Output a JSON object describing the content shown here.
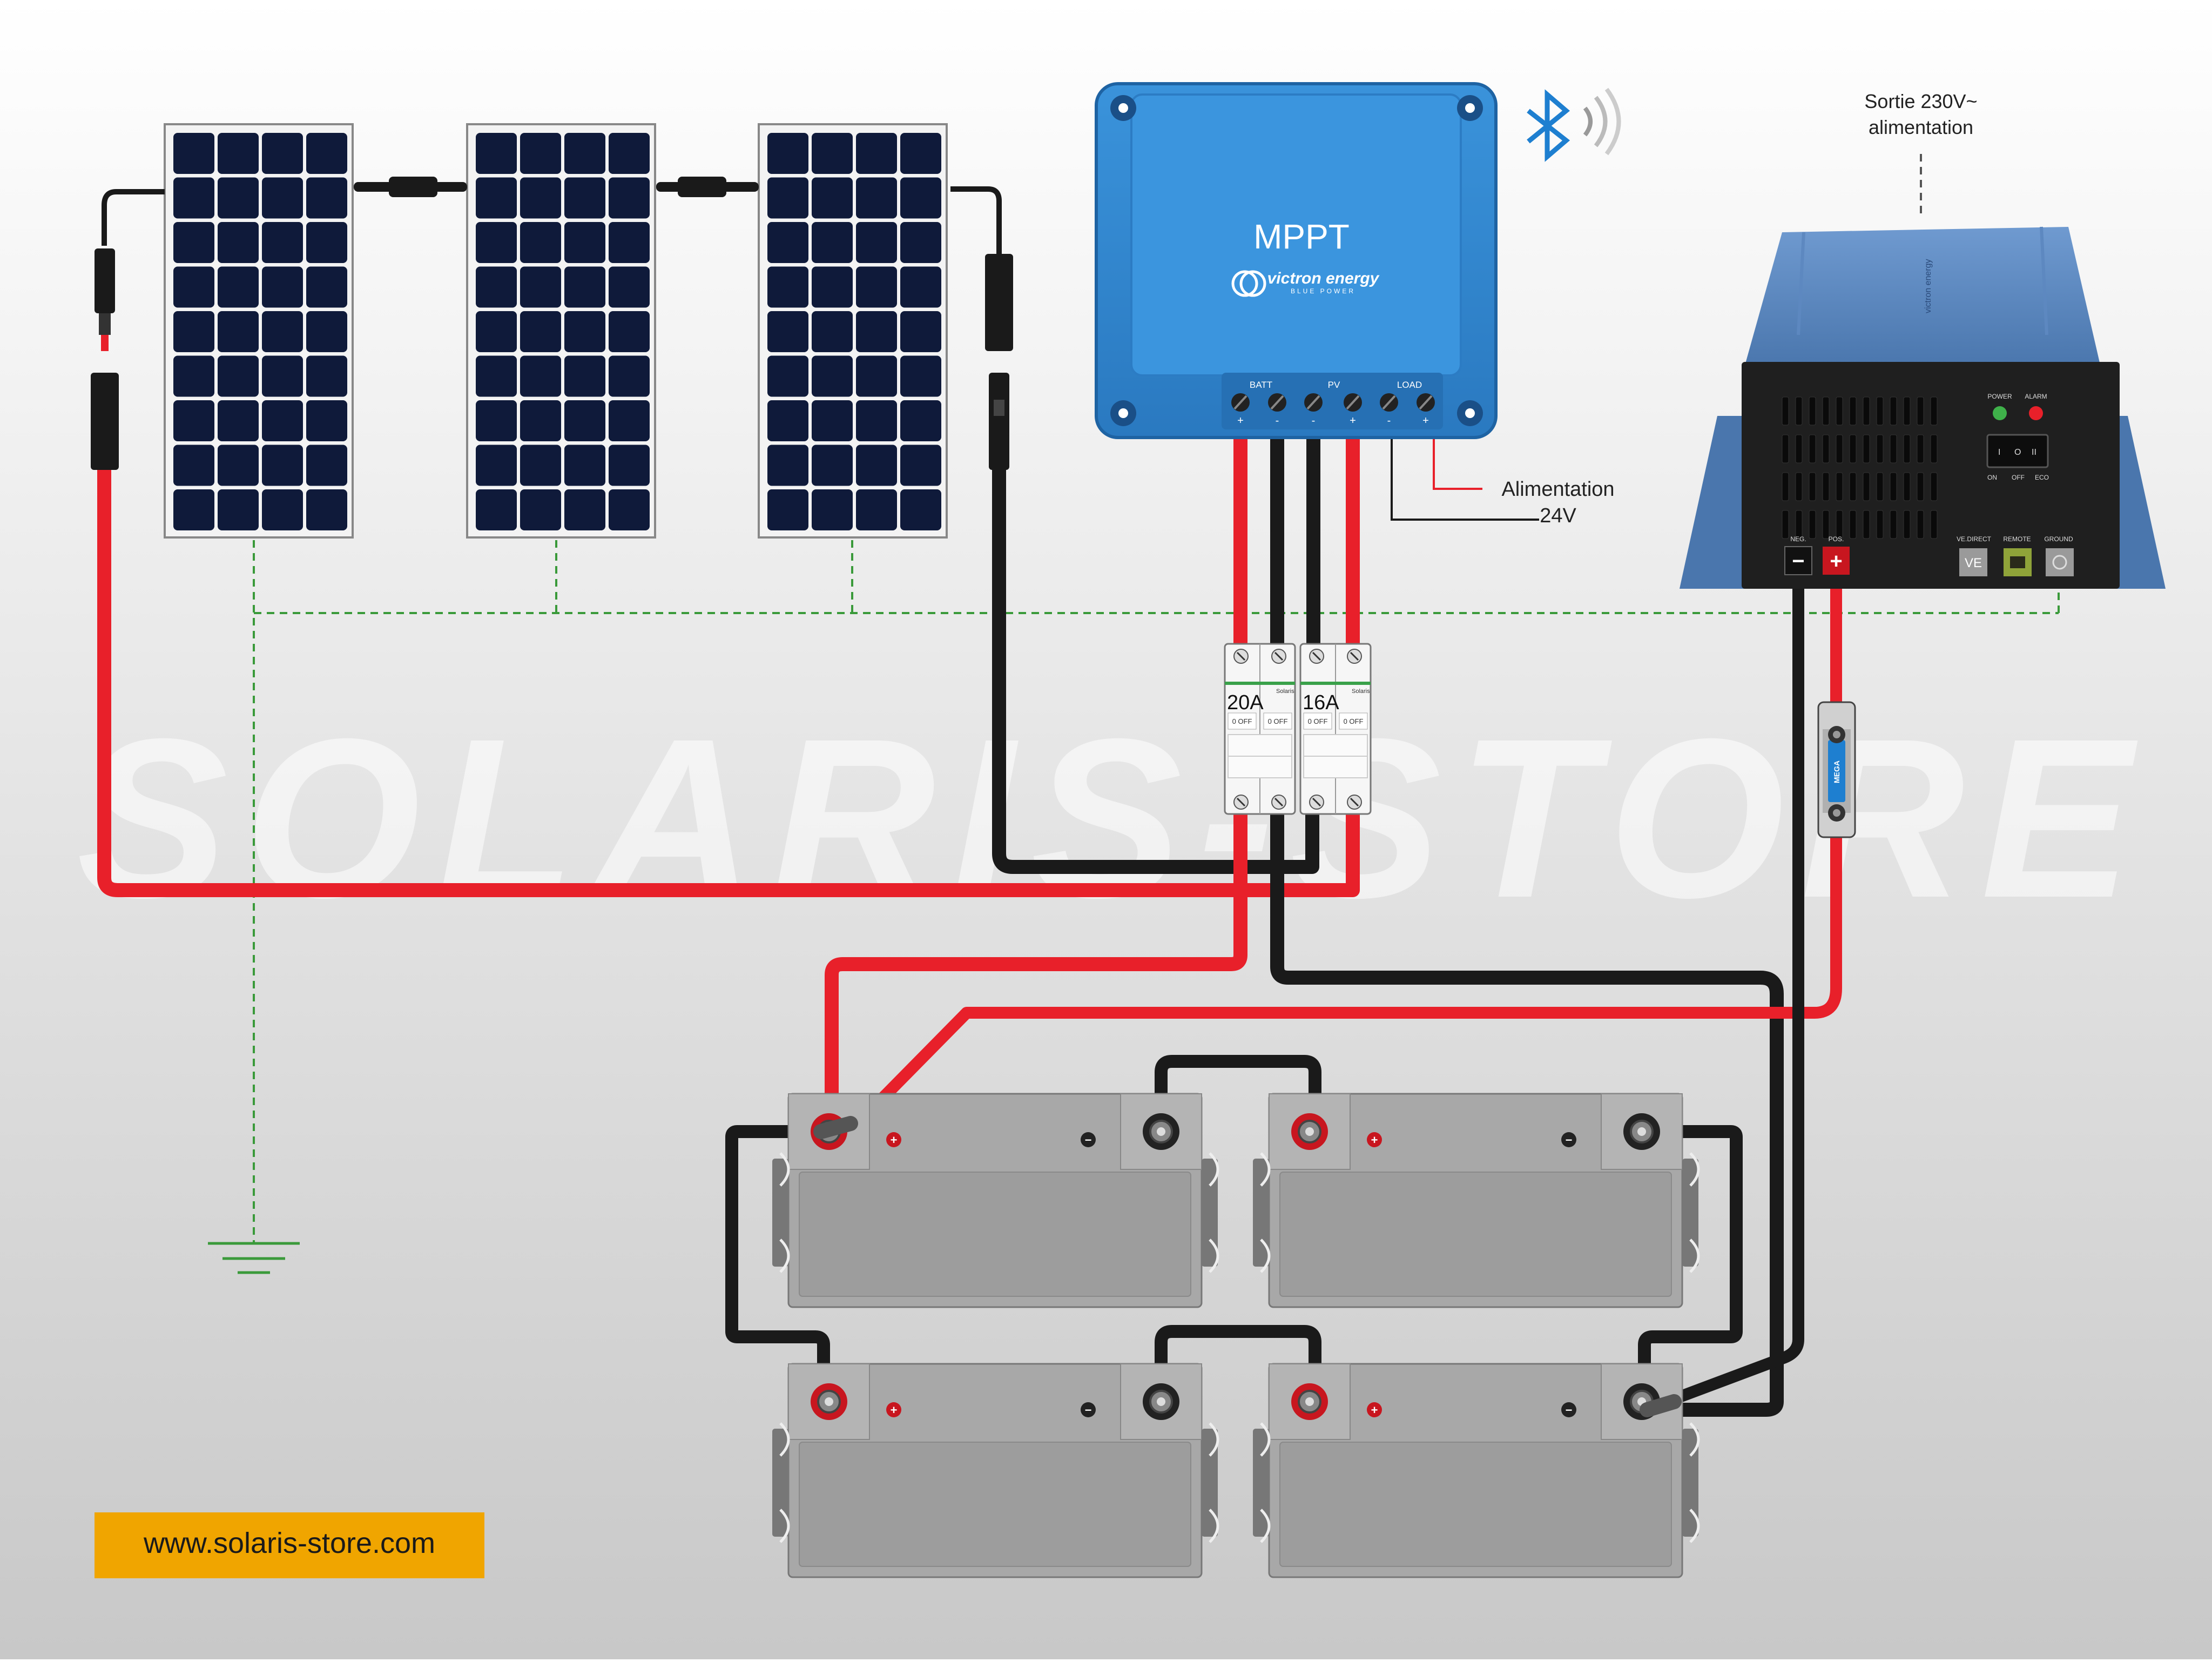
{
  "watermark": "SOLARIS-STORE",
  "website": "www.solaris-store.com",
  "controller": {
    "title": "MPPT",
    "brand": "victron energy",
    "tagline": "BLUE POWER",
    "terminal_groups": [
      "BATT",
      "PV",
      "LOAD"
    ],
    "terminal_polarity": [
      "+",
      "-",
      "-",
      "+",
      "-",
      "+"
    ]
  },
  "breakers": [
    {
      "rating": "20A",
      "brand": "Solaris",
      "state_left": "0 OFF",
      "state_right": "0 OFF"
    },
    {
      "rating": "16A",
      "brand": "Solaris",
      "state_left": "0 OFF",
      "state_right": "0 OFF"
    }
  ],
  "inverter": {
    "label_line1": "Sortie 230V~",
    "label_line2": "alimentation",
    "brand": "victron energy",
    "leds": [
      "POWER",
      "ALARM"
    ],
    "switch_positions": [
      "ON",
      "OFF",
      "ECO"
    ],
    "terminals": [
      "NEG.",
      "POS.",
      "VE.DIRECT",
      "REMOTE",
      "GROUND"
    ],
    "neg_symbol": "−",
    "pos_symbol": "+",
    "ve_label": "VE"
  },
  "load_output": {
    "line1": "Alimentation",
    "line2": "24V"
  },
  "fuse": {
    "label": "MEGA"
  },
  "battery_symbols": {
    "plus": "+",
    "minus": "−"
  },
  "colors": {
    "positive_wire": "#e8202a",
    "negative_wire": "#1a1a1a",
    "ground_wire": "#3a9a3a",
    "controller_blue": "#2f87cf",
    "inverter_blue": "#4f7fb8",
    "website_bg": "#f0a500",
    "battery_grey": "#a8a8a8",
    "panel_cell": "#0f1a3a"
  },
  "icons": [
    "bluetooth-icon",
    "ground-symbol-icon"
  ]
}
